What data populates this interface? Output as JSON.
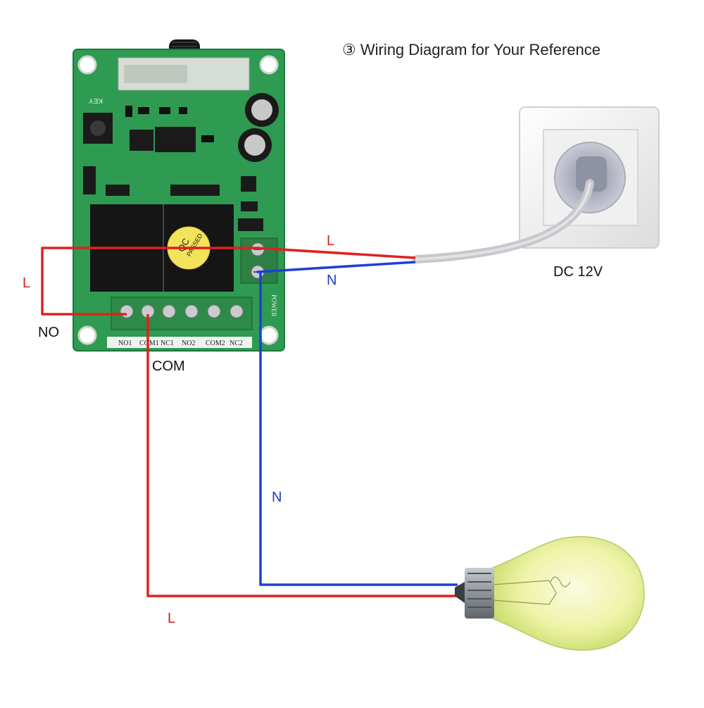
{
  "title": "③ Wiring Diagram for Your Reference",
  "labels": {
    "l_top": "L",
    "n_top": "N",
    "l_left": "L",
    "no": "NO",
    "com": "COM",
    "n_vertical": "N",
    "l_bottom": "L",
    "dc": "DC 12V"
  },
  "board": {
    "key_label": "KEY",
    "qc_stamp": "QC",
    "passed_stamp": "PASSED",
    "terminals": [
      "NO1",
      "COM1",
      "NC1",
      "NO2",
      "COM2",
      "NC2"
    ],
    "power_label": "POWER"
  },
  "colors": {
    "live_wire": "#e02020",
    "neutral_wire": "#1f3fd8",
    "board_green": "#2f9a52",
    "label_red": "#d42020",
    "label_blue": "#1a3cc8"
  }
}
